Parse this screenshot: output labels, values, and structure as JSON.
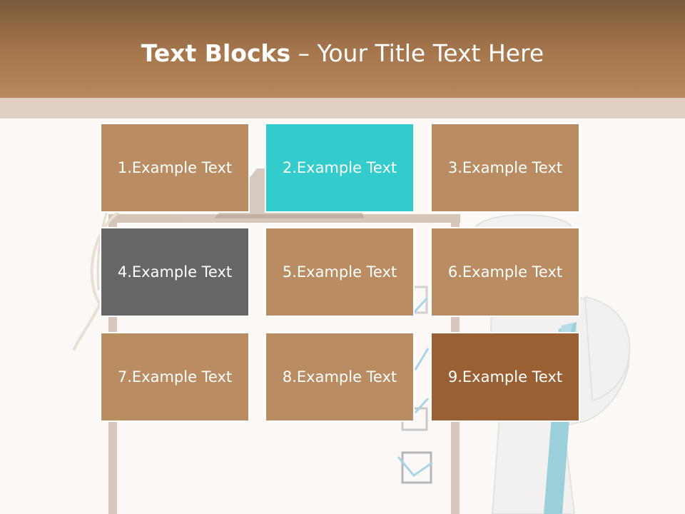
{
  "title": {
    "bold": "Text Blocks",
    "separator": " – ",
    "rest": "Your Title Text Here"
  },
  "blocks": [
    {
      "label": "1.Example Text",
      "color": "#b98c62"
    },
    {
      "label": "2.Example Text",
      "color": "#33cccc"
    },
    {
      "label": "3.Example Text",
      "color": "#b98c62"
    },
    {
      "label": "4.Example Text",
      "color": "#666666"
    },
    {
      "label": "5.Example Text",
      "color": "#b98c62"
    },
    {
      "label": "6.Example Text",
      "color": "#b98c62"
    },
    {
      "label": "7.Example Text",
      "color": "#b98c62"
    },
    {
      "label": "8.Example Text",
      "color": "#b98c62"
    },
    {
      "label": "9.Example Text",
      "color": "#996133"
    }
  ],
  "colors": {
    "header": "#a7774d",
    "band": "#e2cfc3",
    "background": "#fbf8f5"
  }
}
